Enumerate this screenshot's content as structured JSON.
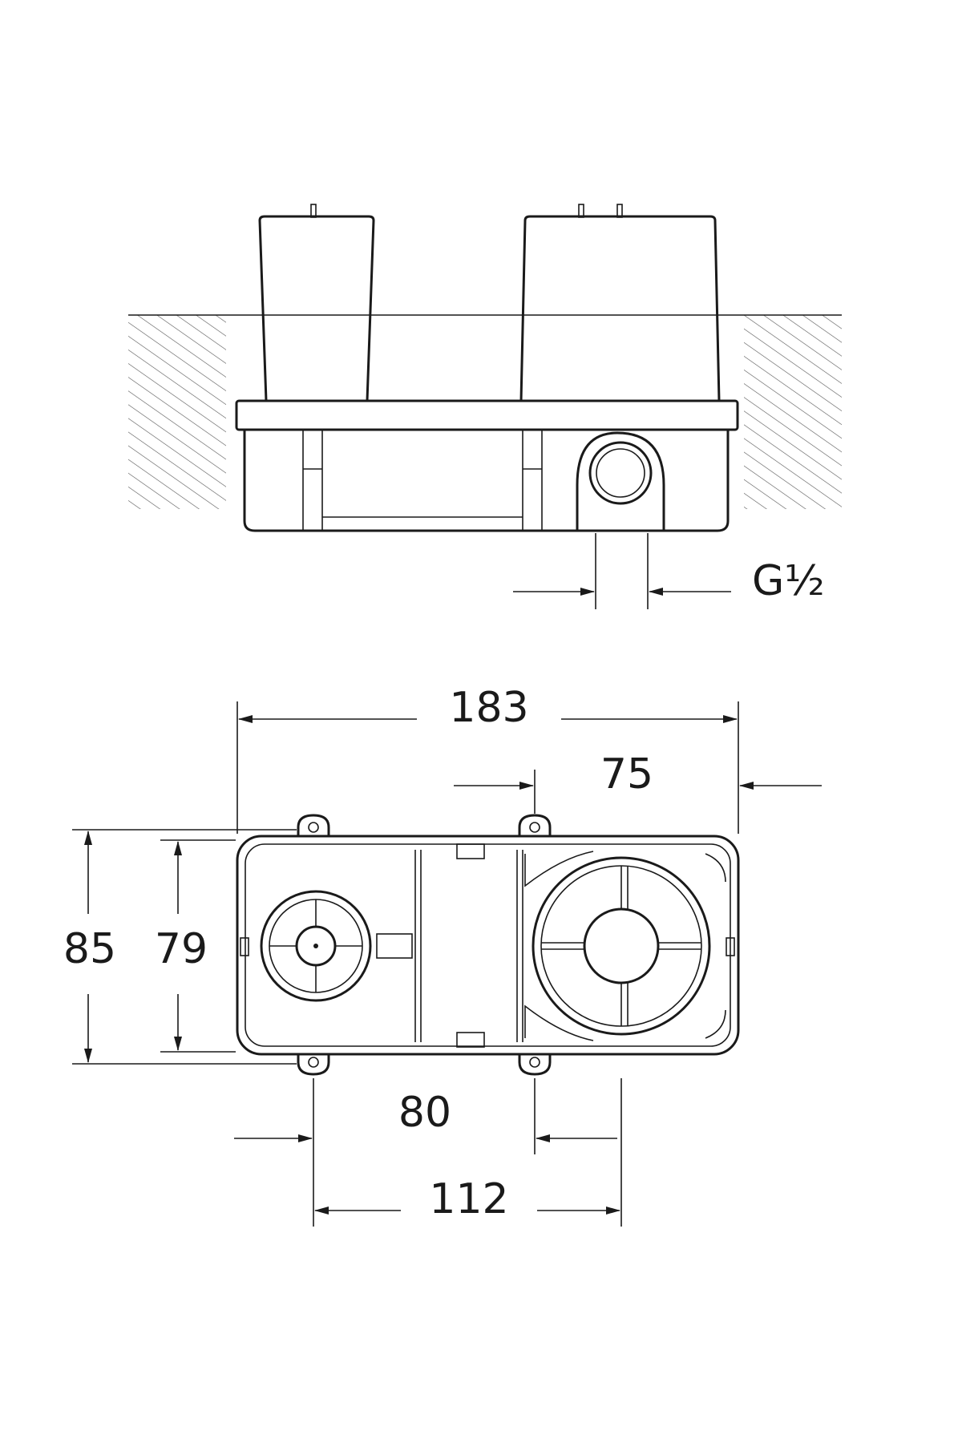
{
  "thread_label": "G½",
  "dimensions": {
    "total_length": "183",
    "offset_right": "75",
    "height_outer": "85",
    "height_inner": "79",
    "spacing_inner": "80",
    "spacing_outer": "112"
  }
}
